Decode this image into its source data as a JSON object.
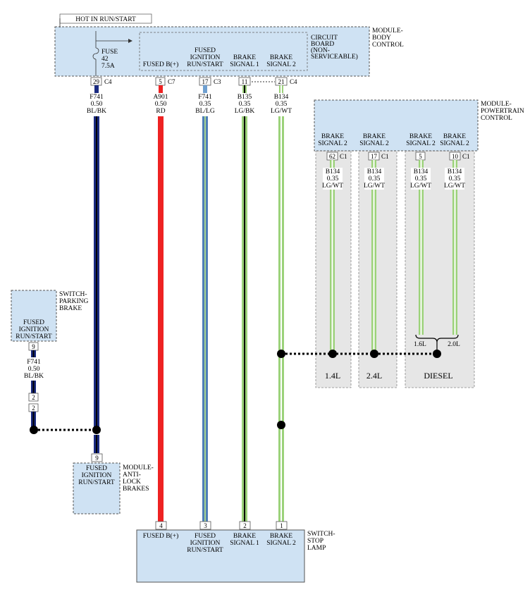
{
  "bcm": {
    "hot_label": "HOT IN RUN/START",
    "module_name": [
      "MODULE-",
      "BODY",
      "CONTROL"
    ],
    "circuit_board": [
      "CIRCUIT",
      "BOARD",
      "(NON-",
      "SERVICEABLE)"
    ],
    "fuse": [
      "FUSE",
      "42",
      "7.5A"
    ],
    "fused_b": "FUSED B(+)",
    "fused_ign": [
      "FUSED",
      "IGNITION",
      "RUN/START"
    ],
    "brake1": [
      "BRAKE",
      "SIGNAL 1"
    ],
    "brake2": [
      "BRAKE",
      "SIGNAL 2"
    ]
  },
  "connectors": {
    "c29": "29",
    "c5": "5",
    "c17": "17",
    "c11": "11",
    "c21": "21",
    "c4": "C4",
    "c7": "C7",
    "c3": "C3"
  },
  "wires": {
    "w1": [
      "F741",
      "0.50",
      "BL/BK"
    ],
    "w2": [
      "A901",
      "0.50",
      "RD"
    ],
    "w3": [
      "F741",
      "0.35",
      "BL/LG"
    ],
    "w4": [
      "B135",
      "0.35",
      "LG/BK"
    ],
    "w5": [
      "B134",
      "0.35",
      "LG/WT"
    ]
  },
  "pcm": {
    "module_name": [
      "MODULE-",
      "POWERTRAIN",
      "CONTROL"
    ],
    "brake2": [
      "BRAKE",
      "SIGNAL 2"
    ],
    "pins": [
      "62",
      "17",
      "5",
      "10"
    ],
    "conn": "C1",
    "wire": [
      "B134",
      "0.35",
      "LG/WT"
    ],
    "variants": [
      "1.4L",
      "2.4L",
      "DIESEL"
    ],
    "sub_variants": [
      "1.6L",
      "2.0L"
    ]
  },
  "parking": {
    "module_name": [
      "SWITCH-",
      "PARKING",
      "BRAKE"
    ],
    "fused_ign": [
      "FUSED",
      "IGNITION",
      "RUN/START"
    ],
    "pin": "9",
    "wire": [
      "F741",
      "0.50",
      "BL/BK"
    ],
    "inline": [
      "2",
      "2"
    ]
  },
  "abs": {
    "module_name": [
      "MODULE-",
      "ANTI-",
      "LOCK",
      "BRAKES"
    ],
    "fused_ign": [
      "FUSED",
      "IGNITION",
      "RUN/START"
    ],
    "pin": "9"
  },
  "stop": {
    "module_name": [
      "SWITCH-",
      "STOP",
      "LAMP"
    ],
    "fused_b": "FUSED B(+)",
    "fused_ign": [
      "FUSED",
      "IGNITION",
      "RUN/START"
    ],
    "brake1": [
      "BRAKE",
      "SIGNAL 1"
    ],
    "brake2": [
      "BRAKE",
      "SIGNAL 2"
    ],
    "pins": [
      "4",
      "3",
      "2",
      "1"
    ]
  },
  "colors": {
    "module_fill": "#cfe2f3",
    "variant_fill": "#e6e6e6",
    "blue": "#1a2a80",
    "red": "#ee2222",
    "lightgreen": "#9cd27a"
  }
}
